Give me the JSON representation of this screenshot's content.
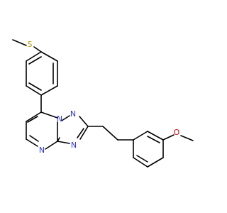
{
  "molecule": {
    "atoms": {
      "s": "S",
      "o": "O",
      "n1": "N",
      "n2": "N",
      "n3": "N",
      "n4": "N"
    },
    "colors": {
      "bond": "#000000",
      "nitrogen": "#2b35f0",
      "sulfur": "#b8a000",
      "oxygen": "#e00000"
    }
  }
}
